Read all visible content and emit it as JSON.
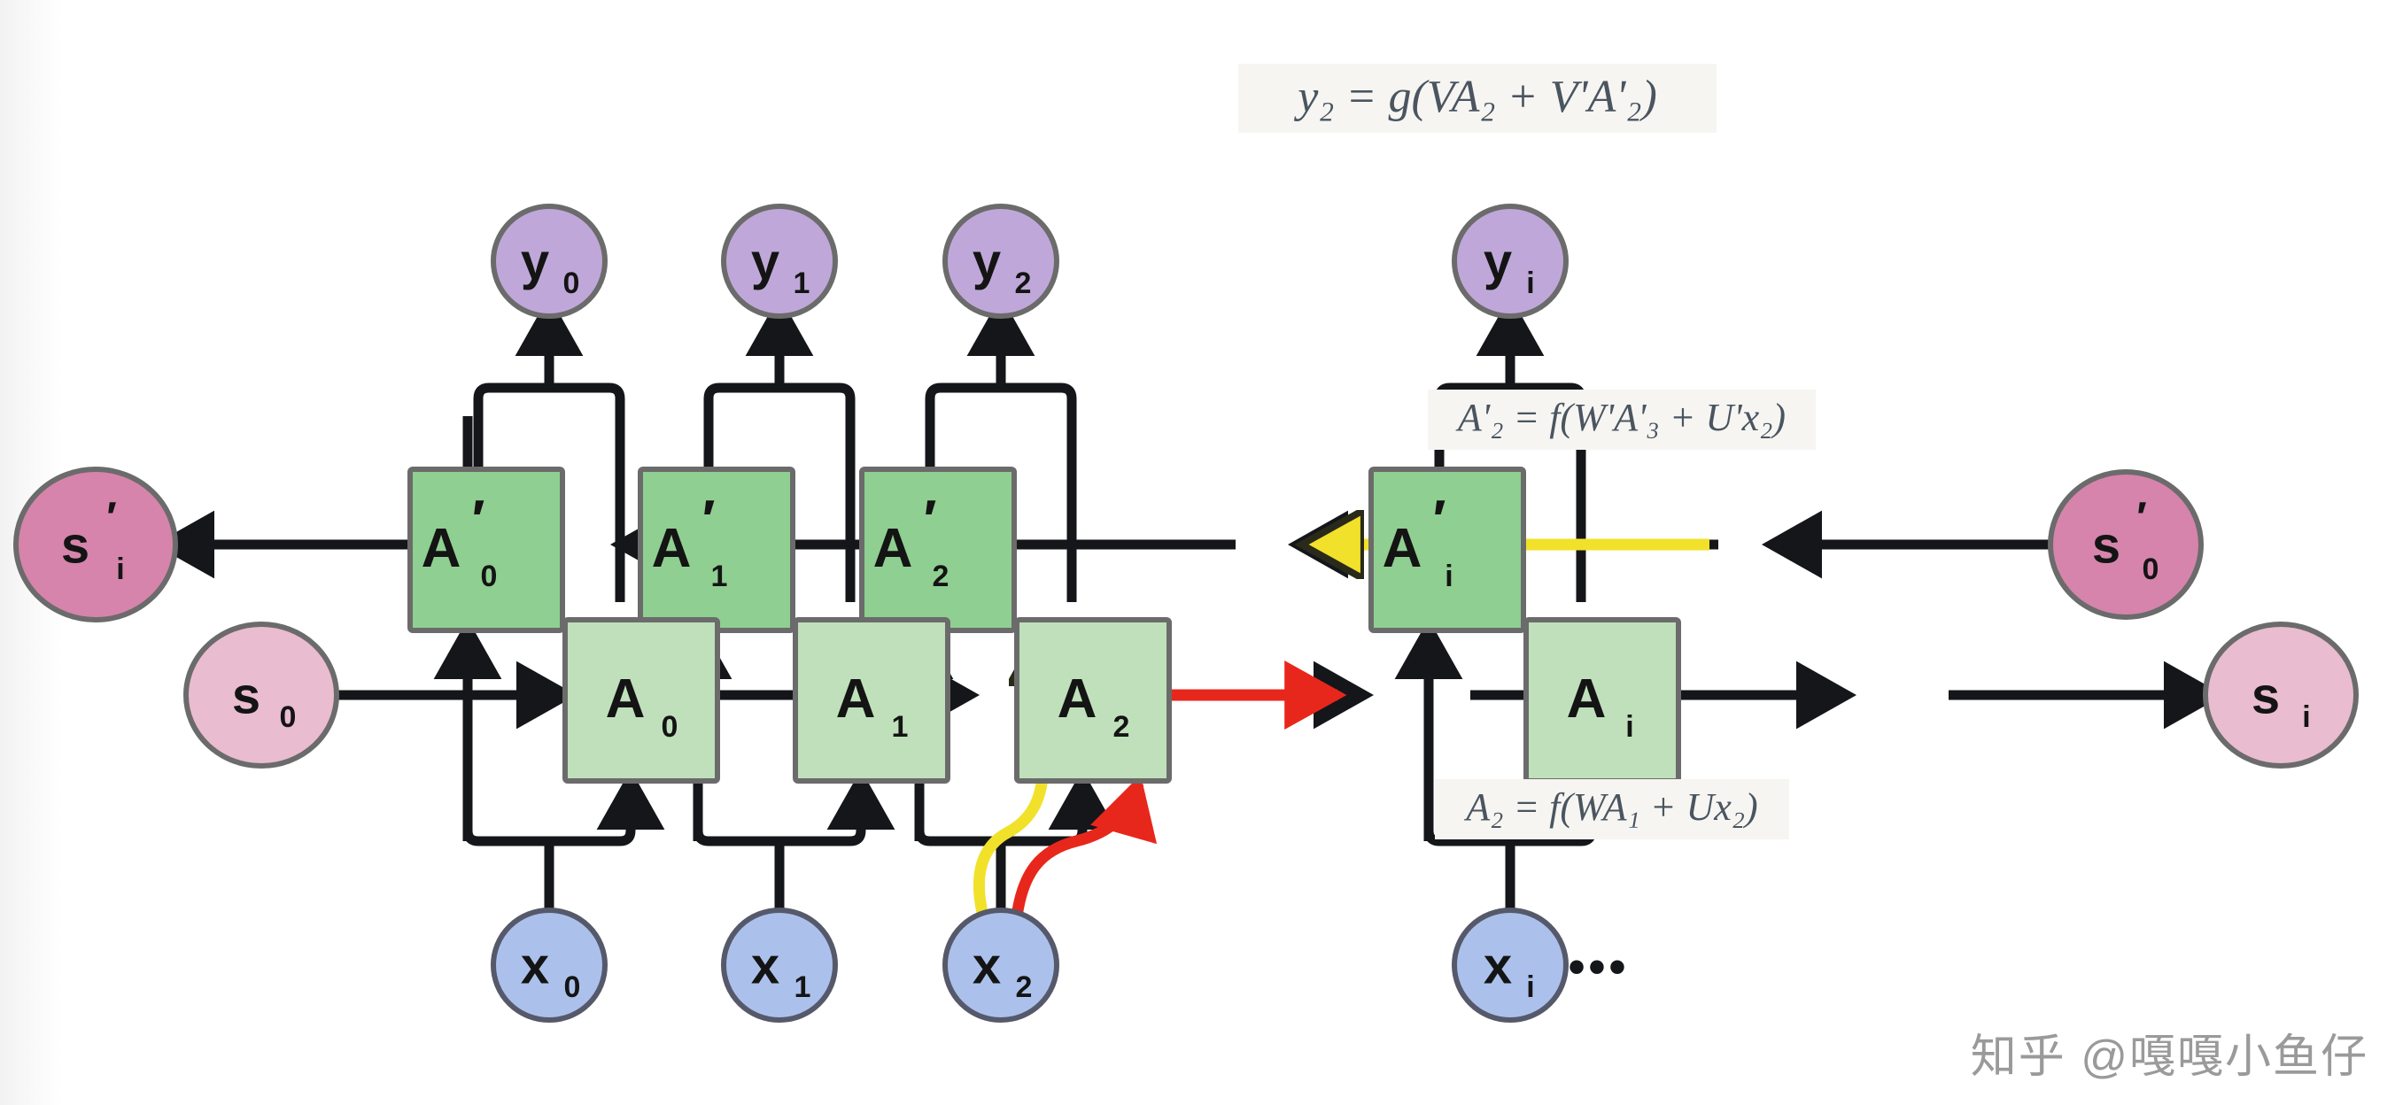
{
  "diagram": {
    "title": "Bidirectional RNN unrolled computational graph",
    "colors": {
      "output_node_fill": "#bfa8d9",
      "output_node_stroke": "#6b6b6b",
      "input_node_fill": "#abc1ec",
      "input_node_stroke": "#55596a",
      "state_dark_fill": "#d684ab",
      "state_dark_stroke": "#6b6b6b",
      "state_light_fill": "#e9bcd0",
      "state_light_stroke": "#6b6b6b",
      "cell_backward_fill": "#8fcf91",
      "cell_forward_fill": "#bfe0bb",
      "cell_stroke": "#6b6b6b",
      "edge": "#14161a",
      "highlight_red": "#e8271c",
      "highlight_yellow": "#f2e12a",
      "equation_text": "#4a5560",
      "equation_bg": "#f6f5f2",
      "watermark": "#9a9a9a"
    },
    "equations": [
      {
        "id": "output-equation",
        "text": "y₂ = g(VA₂ + V'A'₂)"
      },
      {
        "id": "backward-equation",
        "text": "A'₂ = f(W'A'₃ + U'x₂)"
      },
      {
        "id": "forward-equation",
        "text": "A₂ = f(WA₁ + Ux₂)"
      }
    ],
    "output_nodes": [
      {
        "base": "y",
        "sub": "0",
        "prime": false
      },
      {
        "base": "y",
        "sub": "1",
        "prime": false
      },
      {
        "base": "y",
        "sub": "2",
        "prime": false
      },
      {
        "base": "y",
        "sub": "i",
        "prime": false
      }
    ],
    "backward_cells": [
      {
        "base": "A",
        "sub": "0",
        "prime": true
      },
      {
        "base": "A",
        "sub": "1",
        "prime": true
      },
      {
        "base": "A",
        "sub": "2",
        "prime": true
      },
      {
        "base": "A",
        "sub": "i",
        "prime": true
      }
    ],
    "forward_cells": [
      {
        "base": "A",
        "sub": "0",
        "prime": false
      },
      {
        "base": "A",
        "sub": "1",
        "prime": false
      },
      {
        "base": "A",
        "sub": "2",
        "prime": false
      },
      {
        "base": "A",
        "sub": "i",
        "prime": false
      }
    ],
    "input_nodes": [
      {
        "base": "x",
        "sub": "0",
        "prime": false
      },
      {
        "base": "x",
        "sub": "1",
        "prime": false
      },
      {
        "base": "x",
        "sub": "2",
        "prime": false
      },
      {
        "base": "x",
        "sub": "i",
        "prime": false
      }
    ],
    "state_nodes": {
      "backward_out": {
        "base": "s",
        "sub": "i",
        "prime": true
      },
      "forward_in": {
        "base": "s",
        "sub": "0",
        "prime": false
      },
      "backward_in": {
        "base": "s",
        "sub": "0",
        "prime": true
      },
      "forward_out": {
        "base": "s",
        "sub": "i",
        "prime": false
      }
    },
    "ellipsis": "•••",
    "highlight_arrows": [
      {
        "name": "forward-recurrence-highlight",
        "color": "red",
        "from": "A1",
        "to": "A2"
      },
      {
        "name": "input-to-forward-highlight",
        "color": "red",
        "from": "x2",
        "to": "A2"
      },
      {
        "name": "input-to-backward-highlight",
        "color": "yellow",
        "from": "x2",
        "to": "A'2"
      },
      {
        "name": "backward-recurrence-highlight",
        "color": "yellow",
        "from": "A'i",
        "to": "A'2"
      }
    ]
  },
  "watermark": {
    "text": "知乎 @嘎嘎小鱼仔"
  }
}
